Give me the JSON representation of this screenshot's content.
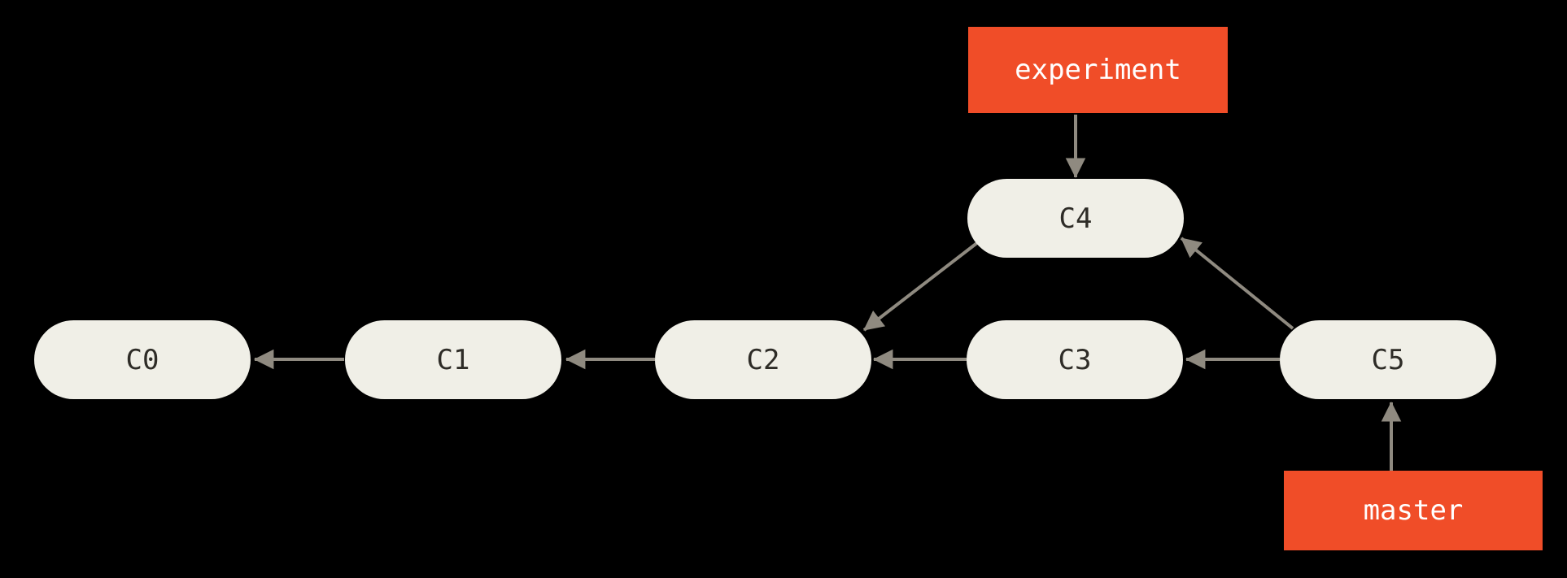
{
  "colors": {
    "background": "#000000",
    "commit_fill": "#f0efe7",
    "commit_text": "#2e2c27",
    "branch_fill": "#f04d28",
    "branch_text": "#ffffff",
    "arrow": "#8f8a80"
  },
  "graph": {
    "commits": [
      {
        "id": "C0",
        "label": "C0"
      },
      {
        "id": "C1",
        "label": "C1"
      },
      {
        "id": "C2",
        "label": "C2"
      },
      {
        "id": "C3",
        "label": "C3"
      },
      {
        "id": "C4",
        "label": "C4"
      },
      {
        "id": "C5",
        "label": "C5"
      }
    ],
    "branches": [
      {
        "id": "experiment",
        "label": "experiment",
        "points_to": "C4"
      },
      {
        "id": "master",
        "label": "master",
        "points_to": "C5"
      }
    ],
    "edges": [
      {
        "from": "C1",
        "to": "C0"
      },
      {
        "from": "C2",
        "to": "C1"
      },
      {
        "from": "C3",
        "to": "C2"
      },
      {
        "from": "C5",
        "to": "C3"
      },
      {
        "from": "C4",
        "to": "C2"
      },
      {
        "from": "C5",
        "to": "C4"
      },
      {
        "from": "experiment",
        "to": "C4"
      },
      {
        "from": "master",
        "to": "C5"
      }
    ]
  }
}
